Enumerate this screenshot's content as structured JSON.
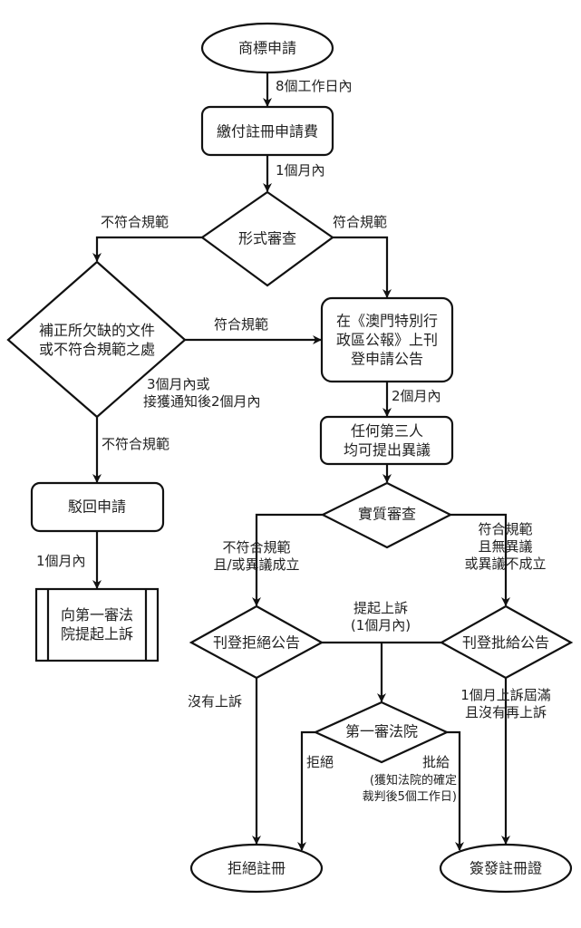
{
  "diagram": {
    "title": "商標申請流程",
    "nodes": {
      "start": "商標申請",
      "pay_fee": "繳付註冊申請費",
      "formal_exam": "形式審查",
      "rectify": [
        "補正所欠缺的文件",
        "或不符合規範之處"
      ],
      "publish_app": [
        "在《澳門特別行",
        "政區公報》上刊",
        "登申請公告"
      ],
      "opposition": [
        "任何第三人",
        "均可提出異議"
      ],
      "reject_app": "駁回申請",
      "appeal_court": [
        "向第一審法",
        "院提起上訴"
      ],
      "substantive_exam": "實質審查",
      "publish_reject": "刊登拒絕公告",
      "publish_grant": "刊登批給公告",
      "first_court": "第一審法院",
      "refuse_reg": "拒絕註冊",
      "issue_cert": "簽發註冊證"
    },
    "edges": {
      "start_to_pay": "8個工作日內",
      "pay_to_exam": "1個月內",
      "exam_no": "不符合規範",
      "exam_yes": "符合規範",
      "rectify_yes": "符合規範",
      "rectify_time": [
        "3個月內或",
        "接獲通知後2個月內"
      ],
      "rectify_no": "不符合規範",
      "publish_to_opp": "2個月內",
      "reject_to_appeal": "1個月內",
      "subst_no": [
        "不符合規範",
        "且/或異議成立"
      ],
      "subst_yes": [
        "符合規範",
        "且無異議",
        "或異議不成立"
      ],
      "appeal": [
        "提起上訴",
        "(1個月內)"
      ],
      "no_appeal": "沒有上訴",
      "appeal_expired": [
        "1個月上訴屆滿",
        "且沒有再上訴"
      ],
      "court_refuse": "拒絕",
      "court_grant": "批給",
      "court_grant_note": [
        "(獲知法院的確定",
        "裁判後5個工作日)"
      ]
    }
  }
}
